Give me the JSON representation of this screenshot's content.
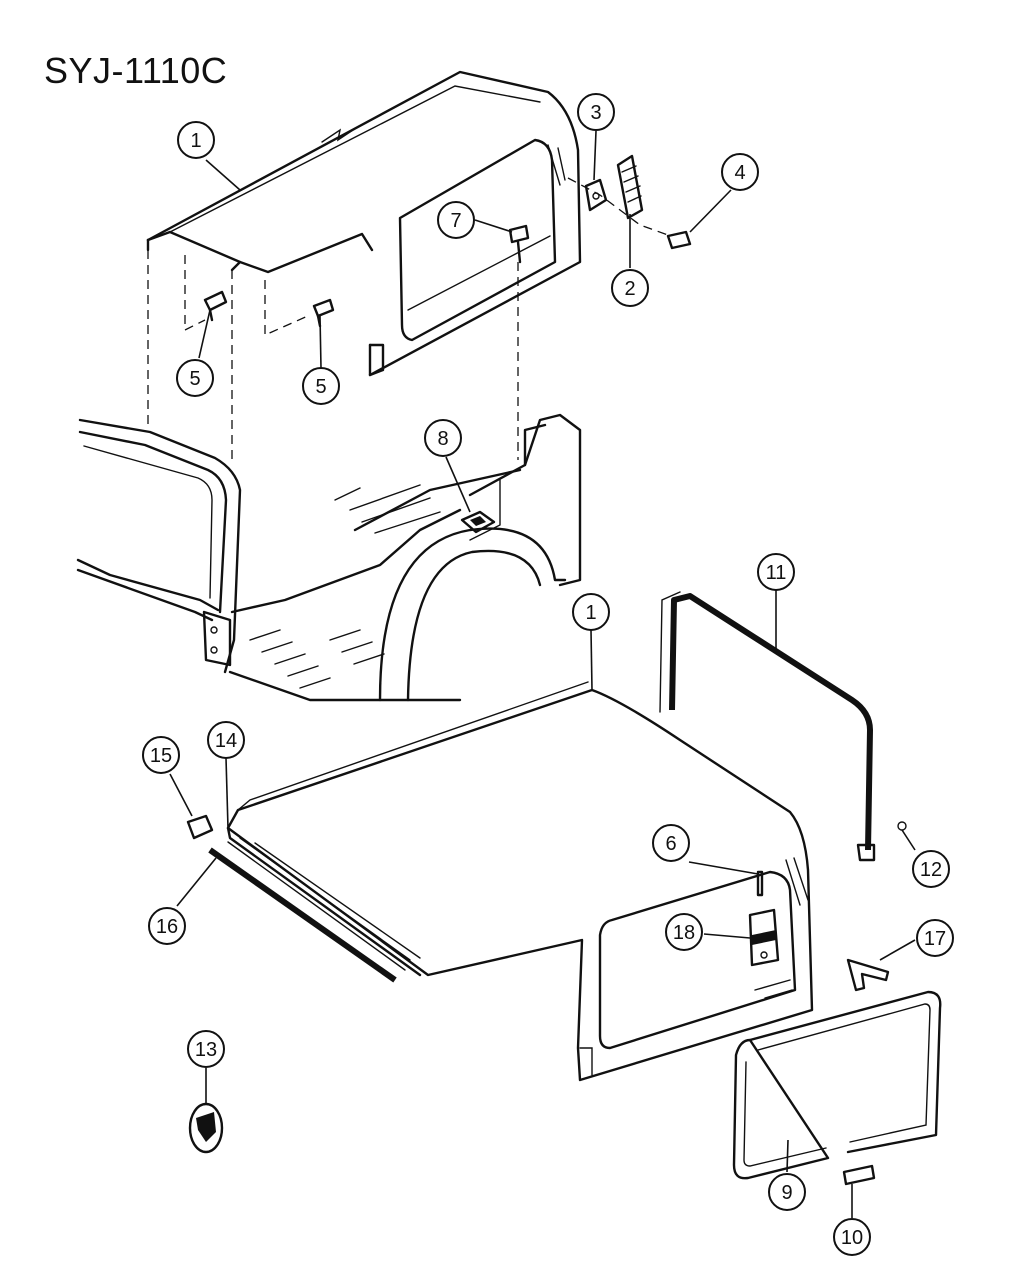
{
  "title": "SYJ-1110C",
  "callouts": [
    {
      "label": "1"
    },
    {
      "label": "3"
    },
    {
      "label": "4"
    },
    {
      "label": "7"
    },
    {
      "label": "2"
    },
    {
      "label": "5"
    },
    {
      "label": "5"
    },
    {
      "label": "8"
    },
    {
      "label": "11"
    },
    {
      "label": "1"
    },
    {
      "label": "15"
    },
    {
      "label": "14"
    },
    {
      "label": "6"
    },
    {
      "label": "12"
    },
    {
      "label": "16"
    },
    {
      "label": "18"
    },
    {
      "label": "17"
    },
    {
      "label": "13"
    },
    {
      "label": "9"
    },
    {
      "label": "10"
    }
  ]
}
